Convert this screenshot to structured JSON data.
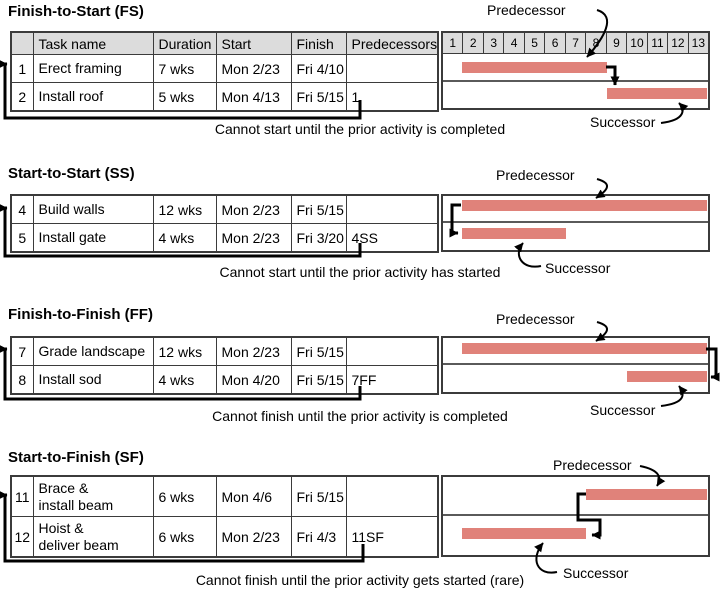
{
  "colors": {
    "bar": "#e0827a",
    "header_bg": "#dcdcdc",
    "border": "#3b3b3b",
    "connector": "#000000"
  },
  "columns": {
    "id": "",
    "task": "Task name",
    "duration": "Duration",
    "start": "Start",
    "finish": "Finish",
    "predecessors": "Predecessors"
  },
  "weeks": [
    "1",
    "2",
    "3",
    "4",
    "5",
    "6",
    "7",
    "8",
    "9",
    "10",
    "11",
    "12",
    "13"
  ],
  "sections": [
    {
      "title": "Finish-to-Start (FS)",
      "caption": "Cannot start until the prior activity is completed",
      "predecessor_label": "Predecessor",
      "successor_label": "Successor",
      "rows": [
        {
          "id": "1",
          "task": "Erect framing",
          "duration": "7 wks",
          "start": "Mon 2/23",
          "finish": "Fri 4/10",
          "predecessors": ""
        },
        {
          "id": "2",
          "task": "Install roof",
          "duration": "5 wks",
          "start": "Mon 4/13",
          "finish": "Fri 5/15",
          "predecessors": "1"
        }
      ],
      "gantt": {
        "predecessor_bar_weeks": "2-8",
        "successor_bar_weeks": "9-13"
      }
    },
    {
      "title": "Start-to-Start (SS)",
      "caption": "Cannot start until the prior activity has started",
      "predecessor_label": "Predecessor",
      "successor_label": "Successor",
      "rows": [
        {
          "id": "4",
          "task": "Build walls",
          "duration": "12 wks",
          "start": "Mon 2/23",
          "finish": "Fri 5/15",
          "predecessors": ""
        },
        {
          "id": "5",
          "task": "Install gate",
          "duration": "4 wks",
          "start": "Mon 2/23",
          "finish": "Fri 3/20",
          "predecessors": "4SS"
        }
      ],
      "gantt": {
        "predecessor_bar_weeks": "2-13",
        "successor_bar_weeks": "2-6"
      }
    },
    {
      "title": "Finish-to-Finish (FF)",
      "caption": "Cannot finish until the prior activity is completed",
      "predecessor_label": "Predecessor",
      "successor_label": "Successor",
      "rows": [
        {
          "id": "7",
          "task": "Grade landscape",
          "duration": "12 wks",
          "start": "Mon 2/23",
          "finish": "Fri 5/15",
          "predecessors": ""
        },
        {
          "id": "8",
          "task": "Install sod",
          "duration": "4 wks",
          "start": "Mon 4/20",
          "finish": "Fri 5/15",
          "predecessors": "7FF"
        }
      ],
      "gantt": {
        "predecessor_bar_weeks": "2-13",
        "successor_bar_weeks": "10-13"
      }
    },
    {
      "title": "Start-to-Finish (SF)",
      "caption": "Cannot finish until the prior activity gets started (rare)",
      "predecessor_label": "Predecessor",
      "successor_label": "Successor",
      "rows": [
        {
          "id": "11",
          "task": "Brace &\ninstall beam",
          "duration": "6 wks",
          "start": "Mon 4/6",
          "finish": "Fri 5/15",
          "predecessors": ""
        },
        {
          "id": "12",
          "task": "Hoist &\ndeliver beam",
          "duration": "6 wks",
          "start": "Mon 2/23",
          "finish": "Fri 4/3",
          "predecessors": "11SF"
        }
      ],
      "gantt": {
        "predecessor_bar_weeks": "8-13",
        "successor_bar_weeks": "2-7"
      }
    }
  ]
}
